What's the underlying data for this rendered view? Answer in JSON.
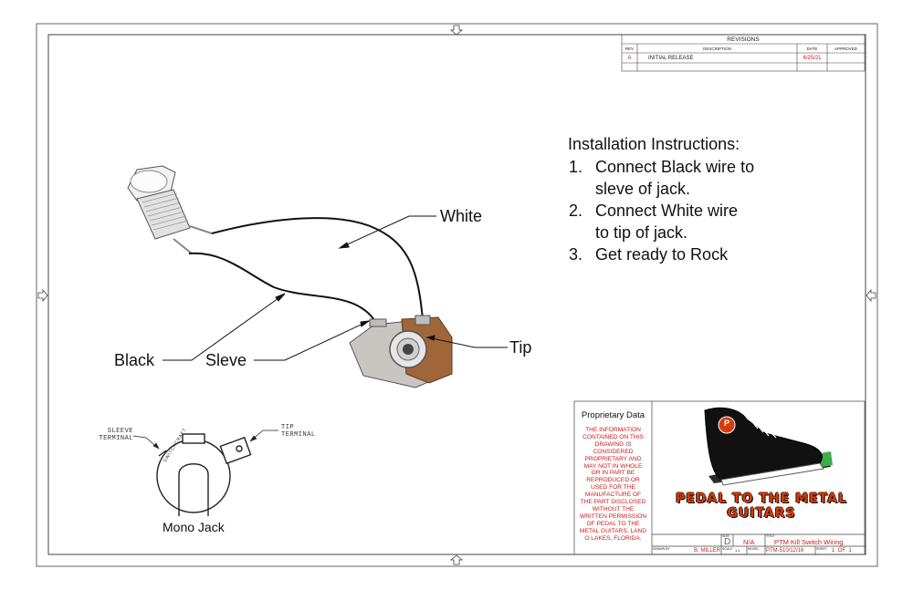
{
  "revisions": {
    "title": "REVISIONS",
    "headers": {
      "rev": "REV",
      "description": "DESCRIPTION",
      "date": "DATE",
      "approved": "APPROVED"
    },
    "rows": [
      {
        "rev": "A",
        "description": "INITIAL RELEASE",
        "date": "6/25/21",
        "approved": ""
      }
    ]
  },
  "instructions": {
    "title": "Installation Instructions:",
    "steps": [
      {
        "num": "1.",
        "line1": "Connect Black wire to",
        "line2": "sleve of jack."
      },
      {
        "num": "2.",
        "line1": "Connect White wire",
        "line2": "to tip of jack."
      },
      {
        "num": "3.",
        "line1": "Get ready to Rock",
        "line2": ""
      }
    ]
  },
  "callouts": {
    "white": "White",
    "black": "Black",
    "sleve": "Sleve",
    "tip": "Tip"
  },
  "mono_jack": {
    "label": "Mono Jack",
    "sleeve_terminal": [
      "SLEEVE",
      "TERMINAL"
    ],
    "tip_terminal": [
      "TIP",
      "TERMINAL"
    ],
    "brand": "SWITCHCRAFT"
  },
  "proprietary": {
    "title": "Proprietary Data",
    "lines": [
      "THE INFORMATION",
      "CONTAINED ON THIS",
      "DRAWING IS",
      "CONSIDERED",
      "PROPRIETARY AND",
      "MAY NOT IN WHOLE",
      "OR IN PART BE",
      "REPRODUCED OR",
      "USED FOR THE",
      "MANUFACTURE OF",
      "THE PART DISCLOSED",
      "WITHOUT THE",
      "WRITTEN PERMISSION",
      "OF PEDAL TO THE",
      "METAL GUITARS, LAND",
      "O LAKES, FLORIDA."
    ]
  },
  "logo": {
    "line1": "PEDAL TO THE METAL",
    "line2": "GUITARS",
    "badge": "P"
  },
  "title_block": {
    "size": "D",
    "scale_value": "N/A",
    "title": "PTM Kill Switch Wiring",
    "drawn_by": "B. MILLER",
    "part_no": "PTM-510/12/16",
    "sheet": "1  OF  1",
    "labels": {
      "drawn": "DRAWN BY",
      "scale": "SCALE",
      "model": "MODEL",
      "size": "SIZE",
      "sheet": "SHEET",
      "title": "TITLE",
      "scale_ratio": "1:1"
    }
  },
  "colors": {
    "border": "#444444",
    "wire": "#111111",
    "red_text": "#cc1a1a",
    "jack_brass": "#a0663a",
    "logo_orange": "#d43c0a"
  }
}
